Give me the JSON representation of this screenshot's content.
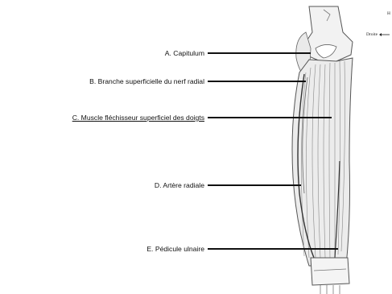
{
  "labels": {
    "a": "A. Capitulum",
    "b": "B. Branche superficielle du nerf radial",
    "c": "C. Muscle fléchisseur superficiel des doigts",
    "d": "D. Artère radiale",
    "e": "E. Pédicule ulnaire"
  },
  "orientation": {
    "top": "H",
    "side": "Droite"
  },
  "colors": {
    "line": "#111111",
    "sketch": "#555555"
  }
}
